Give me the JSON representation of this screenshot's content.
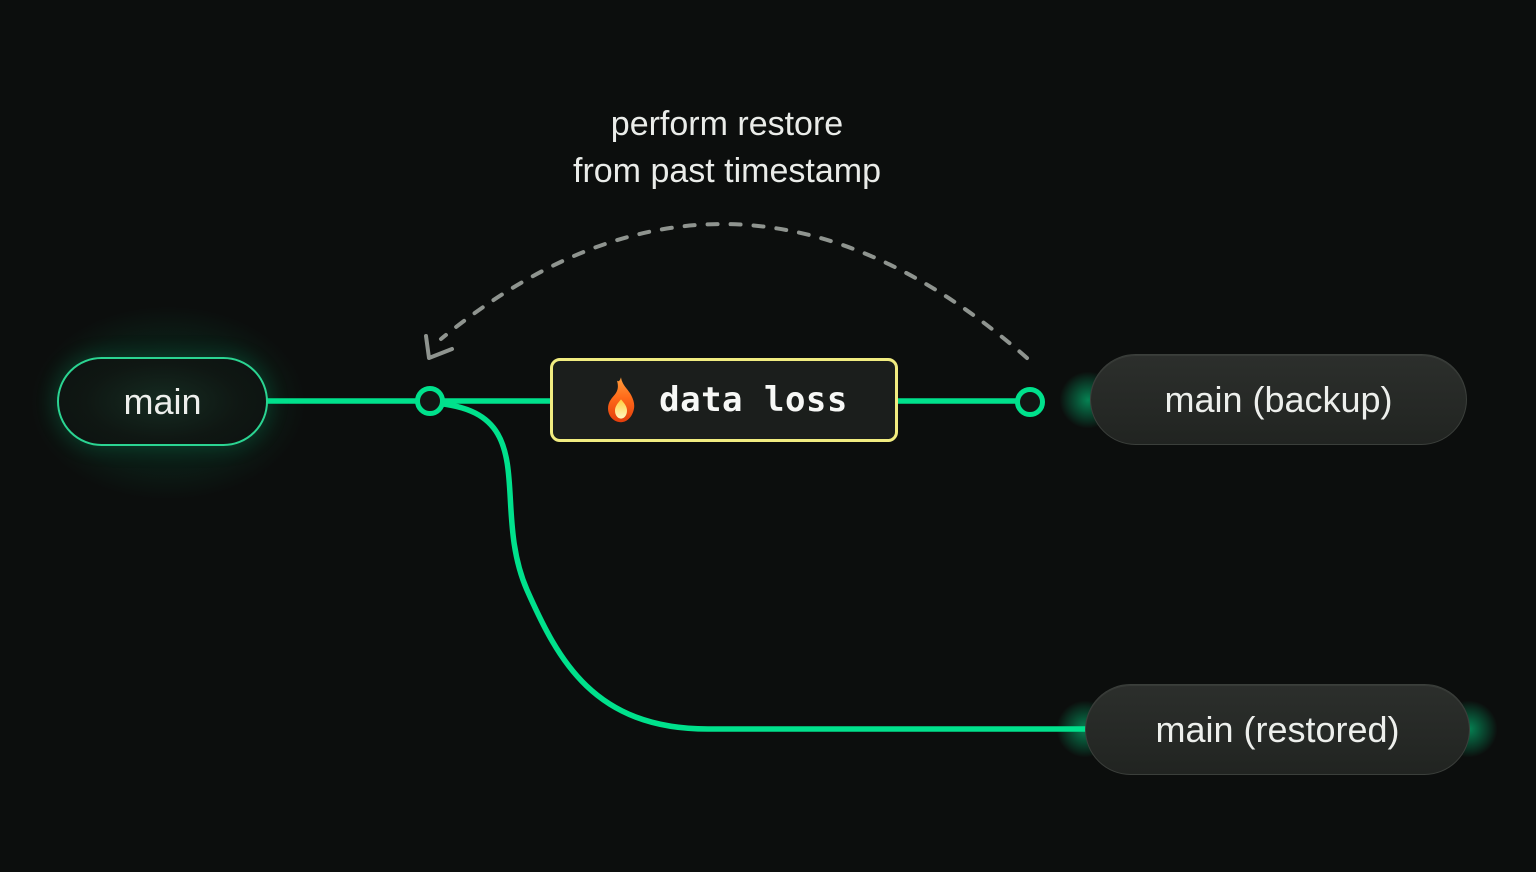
{
  "diagram": {
    "annotation": {
      "line1": "perform restore",
      "line2": "from past timestamp"
    },
    "branch_main": {
      "label": "main"
    },
    "branch_backup": {
      "label": "main (backup)"
    },
    "branch_restored": {
      "label": "main (restored)"
    },
    "event_box": {
      "label": "data loss",
      "icon": "fire-icon"
    },
    "colors": {
      "branch_line_green": "#00e18c",
      "event_border_yellow": "#f1ec80",
      "restore_arrow_gray": "#8f948f",
      "node_fill_dark": "#121513",
      "pill_background": "#262926",
      "background": "#0c0e0d"
    }
  }
}
